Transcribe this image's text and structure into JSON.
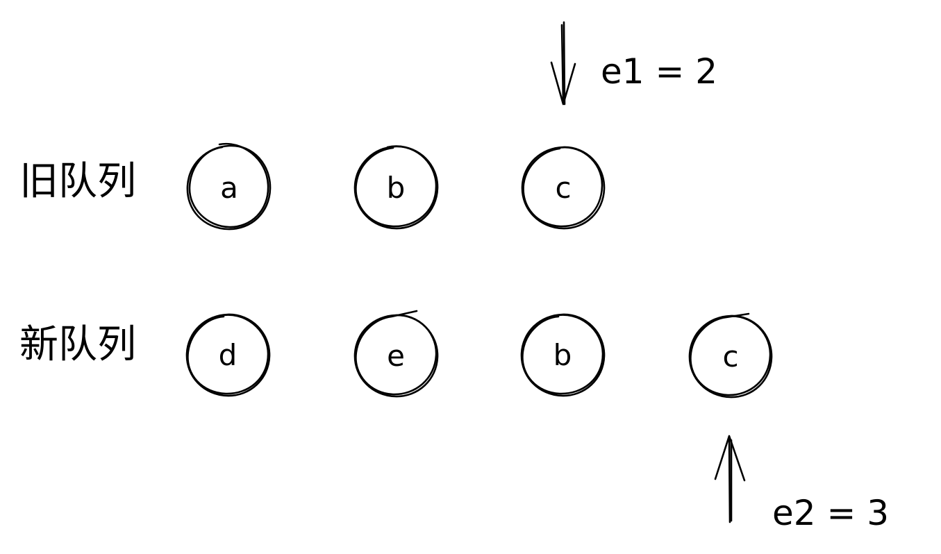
{
  "diagram": {
    "old_queue": {
      "label": "旧队列",
      "nodes": [
        "a",
        "b",
        "c"
      ]
    },
    "new_queue": {
      "label": "新队列",
      "nodes": [
        "d",
        "e",
        "b",
        "c"
      ]
    },
    "pointers": {
      "e1": "e1 = 2",
      "e2": "e2 = 3"
    }
  }
}
